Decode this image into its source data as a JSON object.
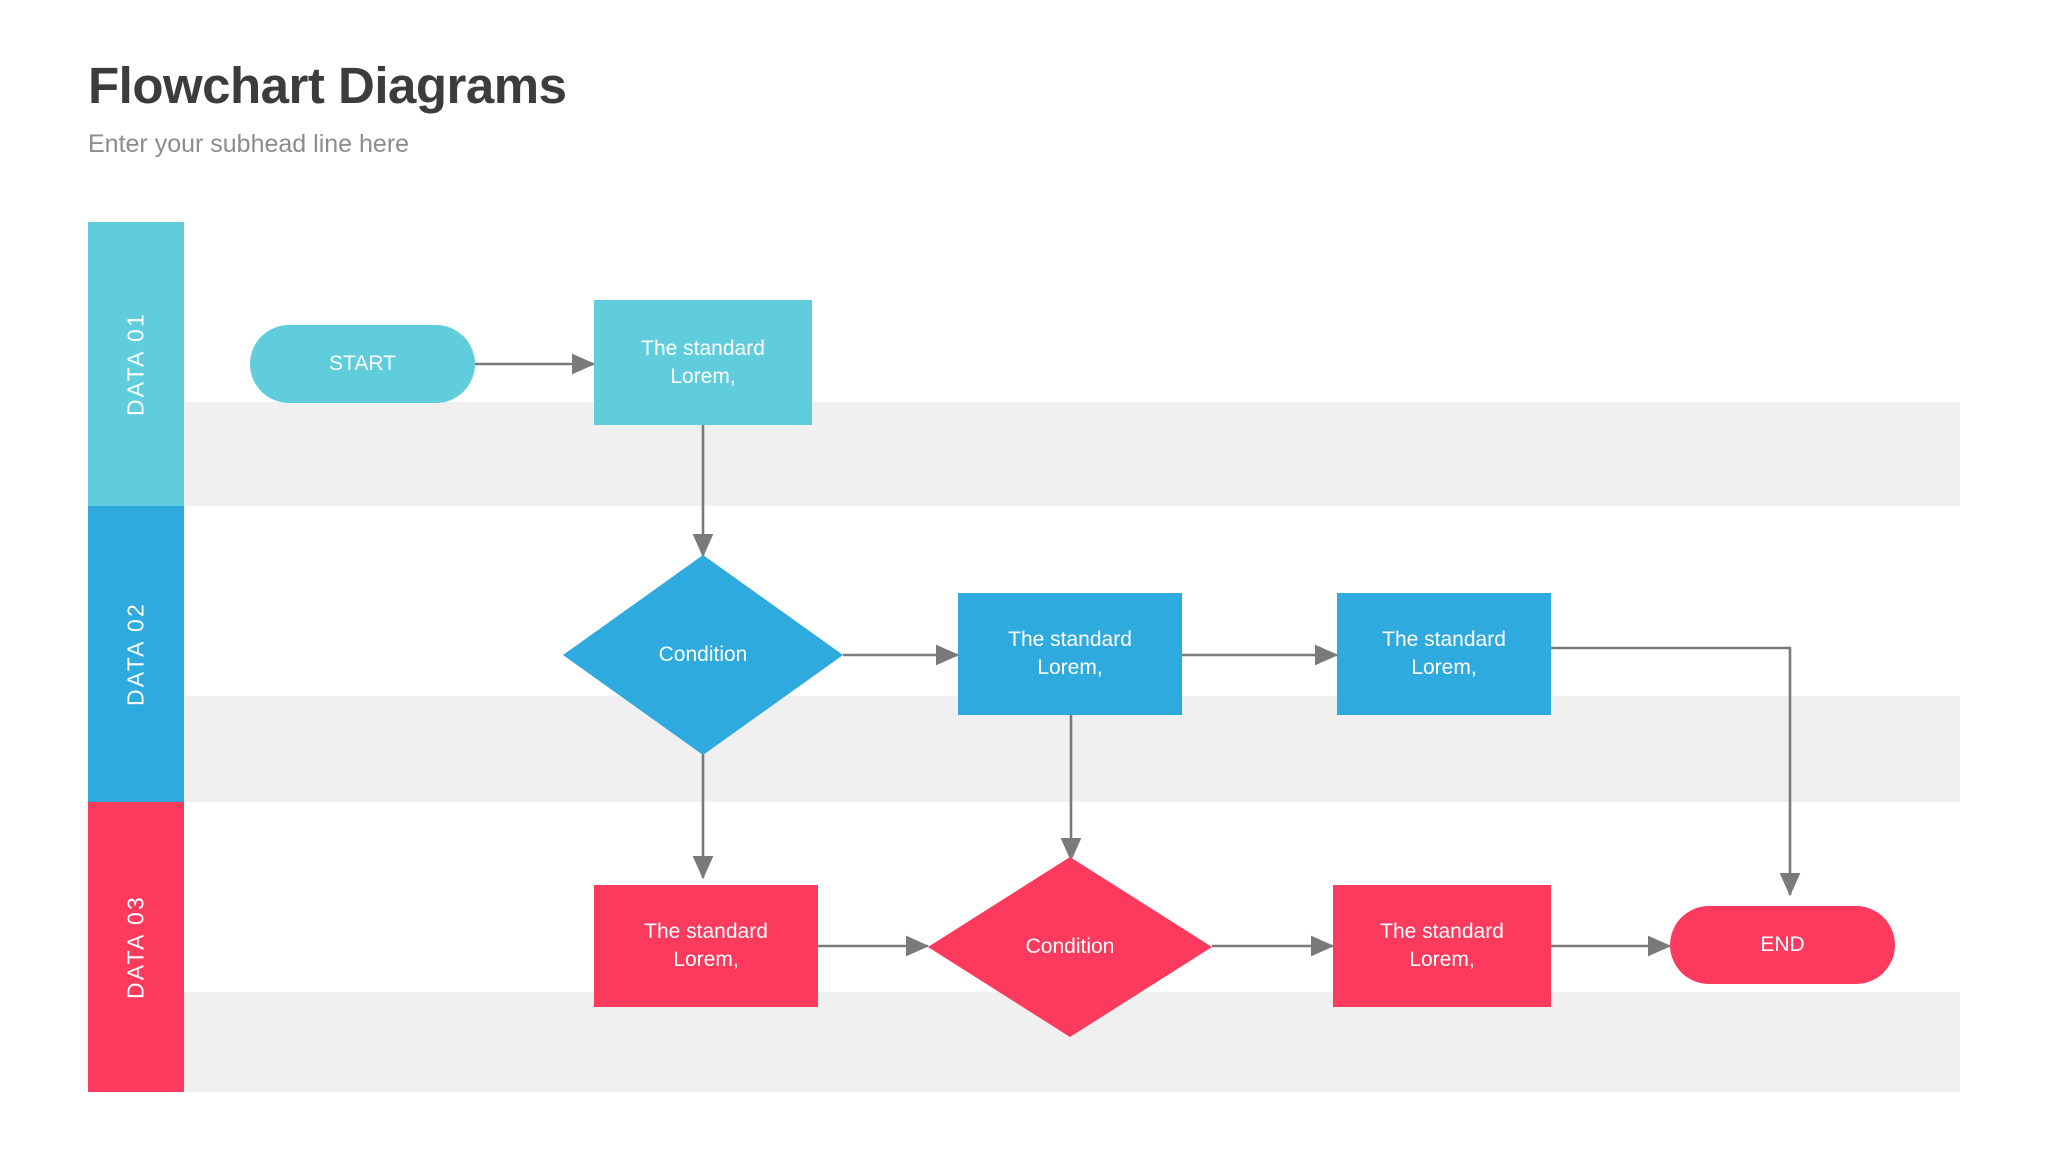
{
  "header": {
    "title": "Flowchart Diagrams",
    "subhead": "Enter your subhead line here"
  },
  "colors": {
    "teal": "#5FCDDC",
    "blue": "#2FAADF",
    "red": "#FB3A5D",
    "connector": "#7a7a7a",
    "stripe": "#f0f0f0",
    "title": "#3c3c3c",
    "subhead": "#8c8c8c"
  },
  "lanes": [
    {
      "id": "data-01",
      "label": "DATA 01",
      "color": "#5FCDDC"
    },
    {
      "id": "data-02",
      "label": "DATA 02",
      "color": "#2FAADF"
    },
    {
      "id": "data-03",
      "label": "DATA 03",
      "color": "#FB3A5D"
    }
  ],
  "nodes": {
    "start": {
      "label": "START",
      "shape": "terminator",
      "lane": "DATA 01",
      "color": "#5FCDDC"
    },
    "lane1_process": {
      "label": "The standard\nLorem,",
      "shape": "process",
      "lane": "DATA 01",
      "color": "#5FCDDC"
    },
    "lane2_condition": {
      "label": "Condition",
      "shape": "decision",
      "lane": "DATA 02",
      "color": "#2FAADF"
    },
    "lane2_process_a": {
      "label": "The standard\nLorem,",
      "shape": "process",
      "lane": "DATA 02",
      "color": "#2FAADF"
    },
    "lane2_process_b": {
      "label": "The standard\nLorem,",
      "shape": "process",
      "lane": "DATA 02",
      "color": "#2FAADF"
    },
    "lane3_process_a": {
      "label": "The standard\nLorem,",
      "shape": "process",
      "lane": "DATA 03",
      "color": "#FB3A5D"
    },
    "lane3_condition": {
      "label": "Condition",
      "shape": "decision",
      "lane": "DATA 03",
      "color": "#FB3A5D"
    },
    "lane3_process_b": {
      "label": "The standard\nLorem,",
      "shape": "process",
      "lane": "DATA 03",
      "color": "#FB3A5D"
    },
    "end": {
      "label": "END",
      "shape": "terminator",
      "lane": "DATA 03",
      "color": "#FB3A5D"
    }
  },
  "edges": [
    {
      "id": "start-to-lane1-process",
      "from": "start",
      "to": "lane1_process",
      "direction": "right"
    },
    {
      "id": "lane1-process-to-condition",
      "from": "lane1_process",
      "to": "lane2_condition",
      "direction": "down"
    },
    {
      "id": "condition-to-lane2-process-a",
      "from": "lane2_condition",
      "to": "lane2_process_a",
      "direction": "right"
    },
    {
      "id": "lane2-process-a-to-b",
      "from": "lane2_process_a",
      "to": "lane2_process_b",
      "direction": "right"
    },
    {
      "id": "condition-to-lane3-process-a",
      "from": "lane2_condition",
      "to": "lane3_process_a",
      "direction": "down"
    },
    {
      "id": "lane2-process-a-to-lane3-condition",
      "from": "lane2_process_a",
      "to": "lane3_condition",
      "direction": "down"
    },
    {
      "id": "lane2-process-b-to-end",
      "from": "lane2_process_b",
      "to": "end",
      "direction": "right-down"
    },
    {
      "id": "lane3-process-a-to-condition",
      "from": "lane3_process_a",
      "to": "lane3_condition",
      "direction": "right"
    },
    {
      "id": "lane3-condition-to-process-b",
      "from": "lane3_condition",
      "to": "lane3_process_b",
      "direction": "right"
    },
    {
      "id": "lane3-process-b-to-end",
      "from": "lane3_process_b",
      "to": "end",
      "direction": "right"
    }
  ]
}
